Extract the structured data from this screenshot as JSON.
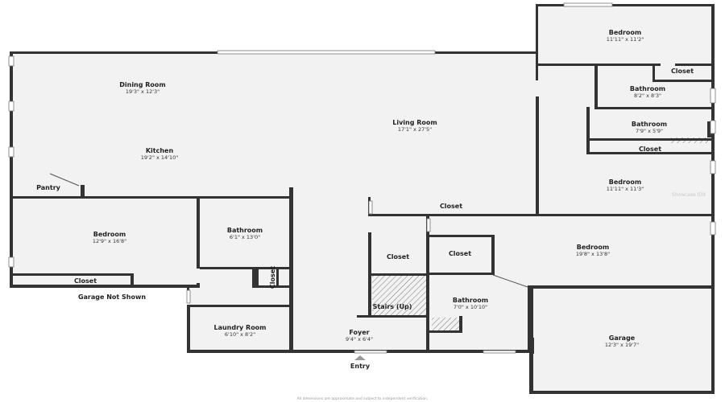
{
  "rooms": {
    "bedroom_ne": {
      "name": "Bedroom",
      "dims": "11'11\" x 11'2\""
    },
    "closet_ne": {
      "name": "Closet"
    },
    "bath_ne_1": {
      "name": "Bathroom",
      "dims": "8'2\" x 8'3\""
    },
    "bath_ne_2": {
      "name": "Bathroom",
      "dims": "7'9\" x 5'9\""
    },
    "closet_e": {
      "name": "Closet"
    },
    "bedroom_e": {
      "name": "Bedroom",
      "dims": "11'11\" x 11'3\""
    },
    "dining": {
      "name": "Dining Room",
      "dims": "19'3\" x 12'3\""
    },
    "living": {
      "name": "Living Room",
      "dims": "17'1\" x 27'5\""
    },
    "kitchen": {
      "name": "Kitchen",
      "dims": "19'2\" x 14'10\""
    },
    "pantry": {
      "name": "Pantry"
    },
    "closet_hall": {
      "name": "Closet"
    },
    "bedroom_w": {
      "name": "Bedroom",
      "dims": "12'9\" x 16'8\""
    },
    "bath_w": {
      "name": "Bathroom",
      "dims": "6'1\" x 13'0\""
    },
    "closet_small_vertical": {
      "name": "Closet"
    },
    "closet_w": {
      "name": "Closet"
    },
    "closet_c1": {
      "name": "Closet"
    },
    "closet_c2": {
      "name": "Closet"
    },
    "bedroom_se": {
      "name": "Bedroom",
      "dims": "19'8\" x 13'8\""
    },
    "stairs": {
      "name": "Stairs (Up)"
    },
    "bath_s": {
      "name": "Bathroom",
      "dims": "7'0\" x 10'10\""
    },
    "laundry": {
      "name": "Laundry Room",
      "dims": "6'10\" x 8'2\""
    },
    "foyer": {
      "name": "Foyer",
      "dims": "9'4\" x 6'4\""
    },
    "garage": {
      "name": "Garage",
      "dims": "12'3\" x 19'7\""
    }
  },
  "labels": {
    "garage_note": "Garage Not Shown",
    "entry": "Entry",
    "footer": "All dimensions are approximate and subject to independent verification.",
    "watermark": "Showcase IDX"
  },
  "colors": {
    "wall": "#333333",
    "floor": "#f2f2f2",
    "stairs_hatch": "#777777"
  }
}
